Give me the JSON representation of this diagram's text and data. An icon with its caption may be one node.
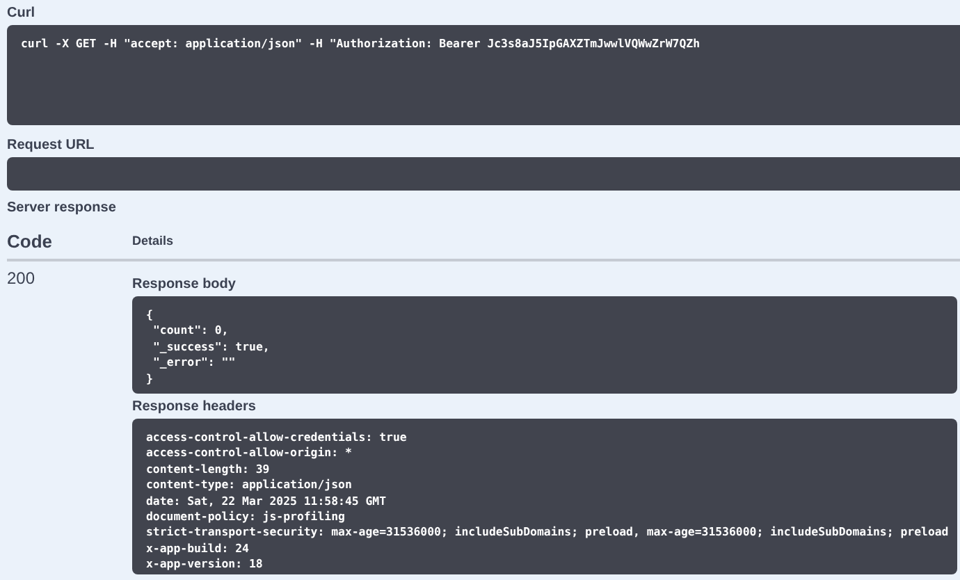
{
  "diagram": {
    "nodes": [
      {
        "text": [
          "Curl",
          "curl -X GET -H \"accept: application/json\" -H \"Authorization: Bearer Jc3s8aJ5IpGAXZTmJwwlVQWwZrW7QZh"
        ]
      },
      {
        "text": [
          "Request URL"
        ]
      },
      {
        "text": [
          "Response body",
          "{",
          "\"count\": 0,",
          "\"_success\": true,",
          "\"_error\": \"\"",
          "}"
        ]
      },
      {
        "text": [
          "Response headers",
          "access-control-allow-credentials: true",
          "access-control-allow-origin: *",
          "content-length: 39",
          "content-type: application/json",
          "date: Sat, 22 Mar 2025 11:58:45 GMT",
          "document-policy: js-profiling",
          "strict-transport-security: max-age=31536000; includeSubDomains; preload, max-age=31536000; includeSubDomains; preload",
          "x-app-build: 24",
          "x-app-version: 18"
        ]
      }
    ],
    "labels": [
      "Server response",
      "Code",
      "Details",
      "200"
    ]
  }
}
